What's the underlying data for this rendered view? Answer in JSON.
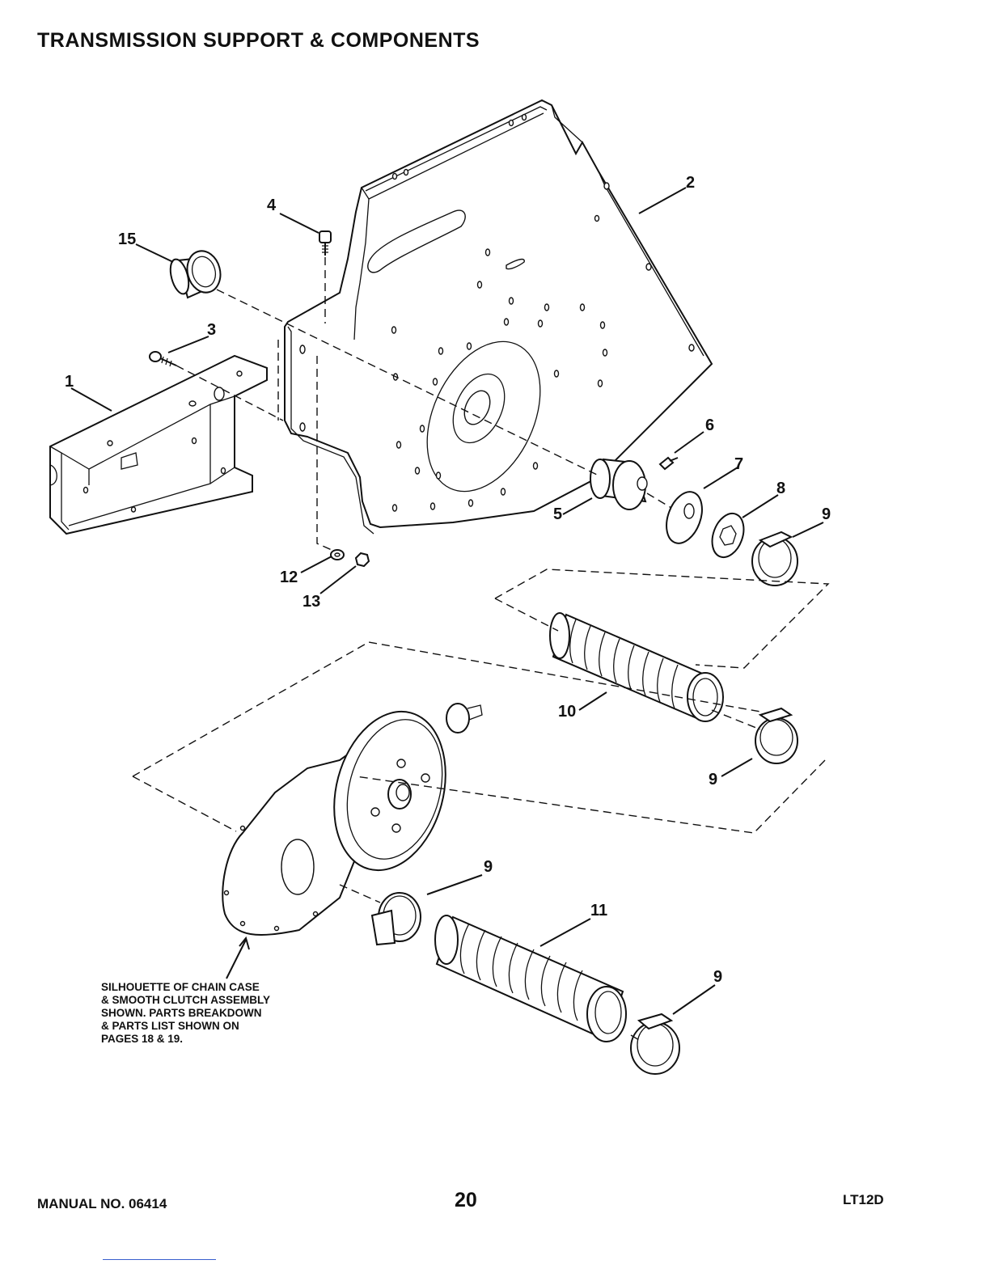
{
  "title": "TRANSMISSION SUPPORT & COMPONENTS",
  "callouts": {
    "c1": "1",
    "c2": "2",
    "c3": "3",
    "c4": "4",
    "c5": "5",
    "c6": "6",
    "c7": "7",
    "c8": "8",
    "c9a": "9",
    "c9b": "9",
    "c9c": "9",
    "c9d": "9",
    "c10": "10",
    "c11": "11",
    "c12": "12",
    "c13": "13",
    "c15": "15"
  },
  "note": {
    "line1": "SILHOUETTE OF CHAIN CASE",
    "line2": "& SMOOTH CLUTCH ASSEMBLY",
    "line3": "SHOWN. PARTS BREAKDOWN",
    "line4": "& PARTS LIST SHOWN ON",
    "line5": "PAGES 18 & 19."
  },
  "footer": {
    "manual": "MANUAL NO. 06414",
    "page": "20",
    "model": "LT12D"
  }
}
